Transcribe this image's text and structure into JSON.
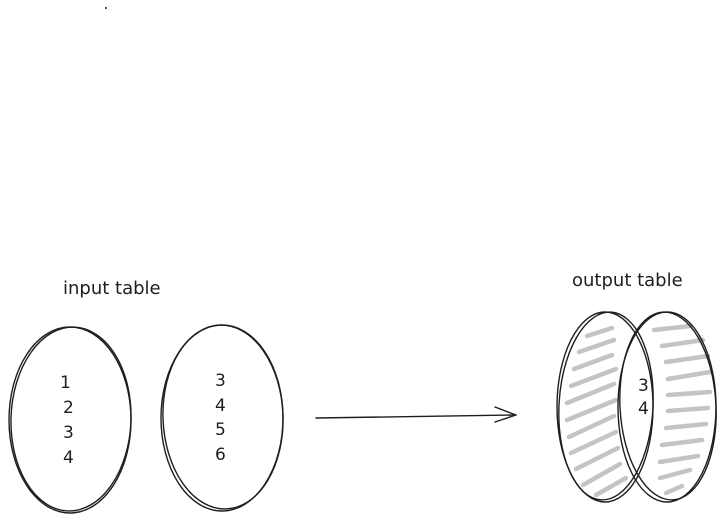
{
  "input": {
    "label": "input table",
    "left_set": [
      "1",
      "2",
      "3",
      "4"
    ],
    "right_set": [
      "3",
      "4",
      "5",
      "6"
    ]
  },
  "output": {
    "label": "output table",
    "intersection": [
      "3",
      "4"
    ]
  },
  "colors": {
    "ink": "#1e1e1e",
    "hatch": "#c4c4c4",
    "background": "#ffffff"
  }
}
